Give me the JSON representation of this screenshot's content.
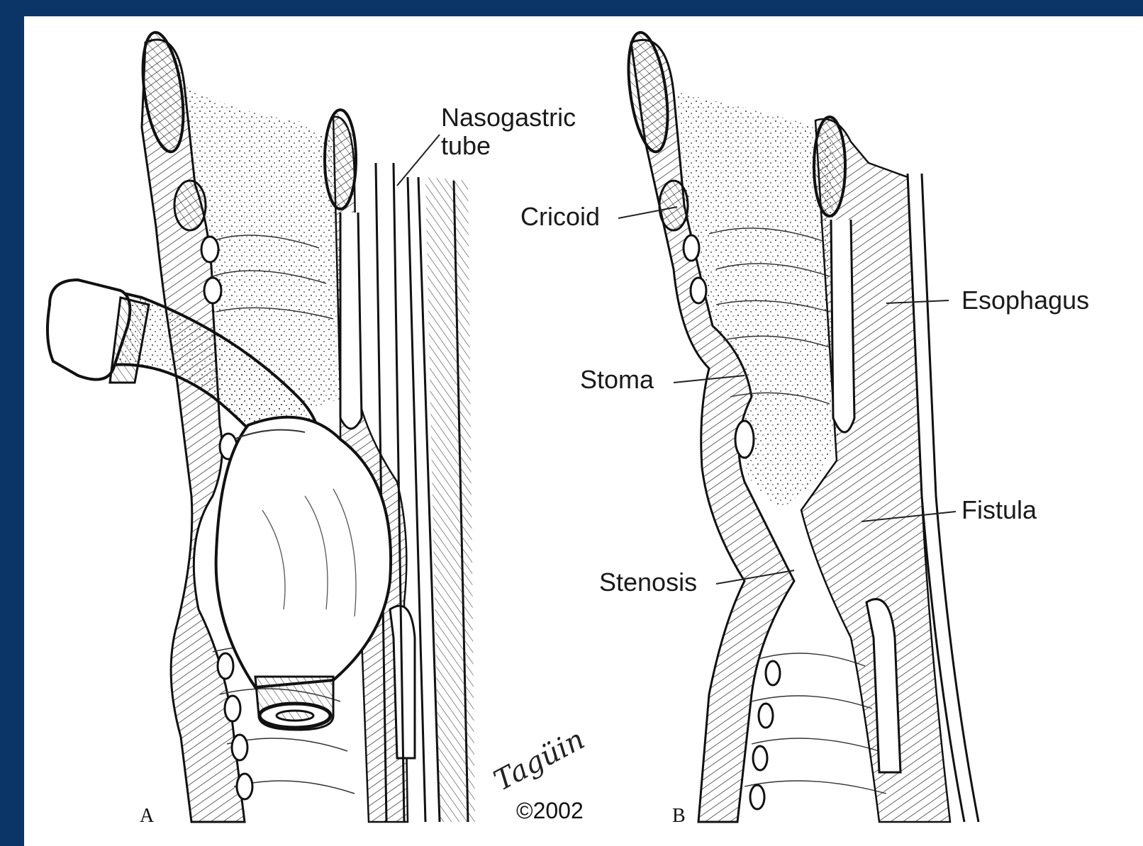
{
  "colors": {
    "frame": "#0b3566",
    "panel": "#ffffff",
    "ink": "#1a1a1a"
  },
  "labels": {
    "nasogastric_tube": "Nasogastric\ntube",
    "cricoid": "Cricoid",
    "esophagus": "Esophagus",
    "stoma": "Stoma",
    "fistula": "Fistula",
    "stenosis": "Stenosis"
  },
  "panel_letters": {
    "a": "A",
    "b": "B"
  },
  "signature": "Tagüin",
  "copyright": "©2002"
}
